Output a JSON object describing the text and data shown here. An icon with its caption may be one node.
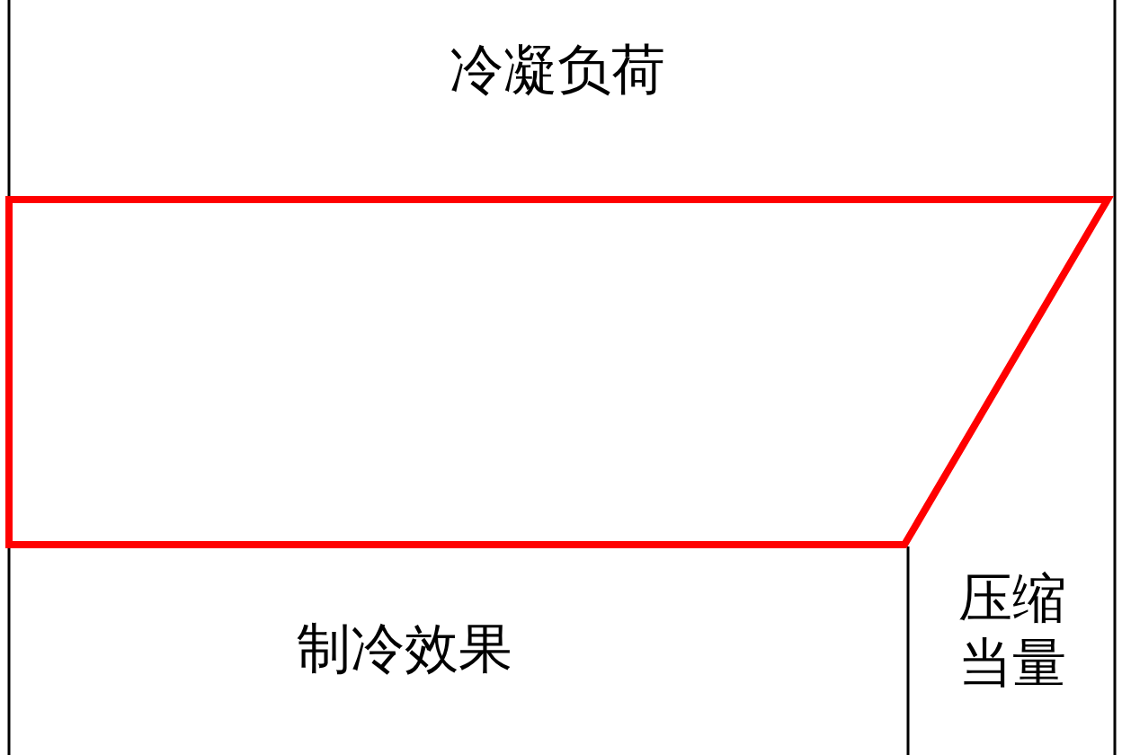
{
  "diagram": {
    "labels": [
      "冷凝负荷",
      "制冷效果",
      "压缩当量"
    ]
  }
}
